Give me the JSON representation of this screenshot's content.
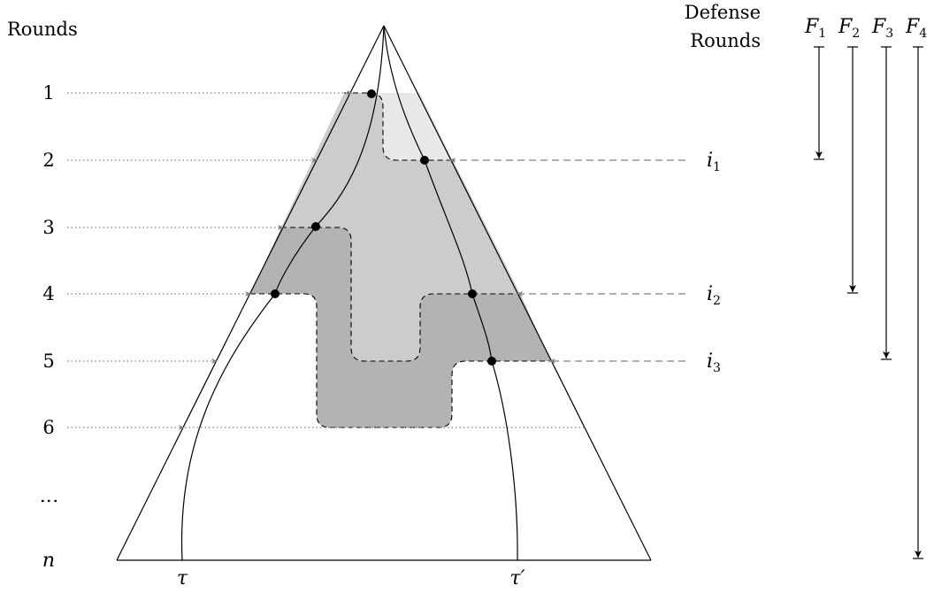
{
  "header": {
    "rounds_title": "Rounds",
    "defense_line1": "Defense",
    "defense_line2": "Rounds"
  },
  "round_labels": [
    "1",
    "2",
    "3",
    "4",
    "5",
    "6",
    "⋮",
    "n"
  ],
  "defense_labels": [
    {
      "letter": "i",
      "sub": "1"
    },
    {
      "letter": "i",
      "sub": "2"
    },
    {
      "letter": "i",
      "sub": "3"
    }
  ],
  "path_labels": {
    "tau": "τ",
    "tau_prime": "τ′"
  },
  "forks": [
    {
      "letter": "F",
      "sub": "1",
      "end_round": "2"
    },
    {
      "letter": "F",
      "sub": "2",
      "end_round": "4"
    },
    {
      "letter": "F",
      "sub": "3",
      "end_round": "5"
    },
    {
      "letter": "F",
      "sub": "4",
      "end_round": "n"
    }
  ],
  "colors": {
    "light_region": "#e8e8e8",
    "mid_region": "#cccccc",
    "dark_region": "#b3b3b3",
    "dotted_arrow": "#808080",
    "dashed_arrow": "#808080",
    "node": "#000000"
  }
}
